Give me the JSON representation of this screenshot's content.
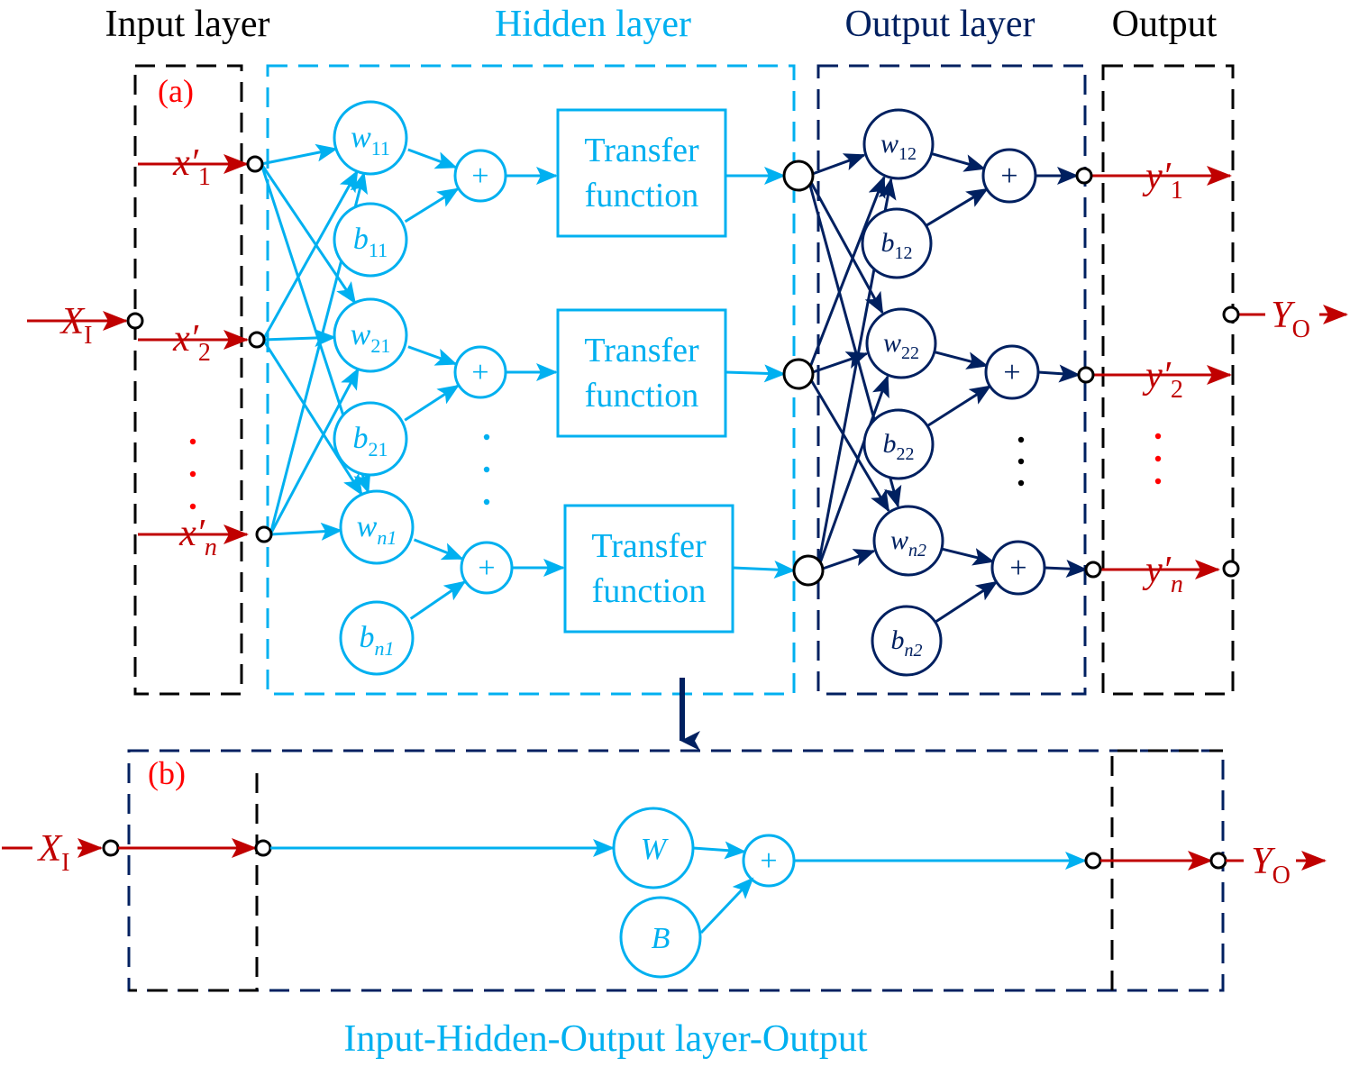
{
  "colors": {
    "black": "#000000",
    "hidden": "#00b0f0",
    "output": "#002060",
    "red": "#c00000",
    "red_dots": "#ff0000"
  },
  "titles": {
    "input_layer": "Input layer",
    "hidden_layer": "Hidden layer",
    "output_layer": "Output layer",
    "output": "Output",
    "bottom_caption": "Input-Hidden-Output layer-Output"
  },
  "panel_labels": {
    "a": "(a)",
    "b": "(b)"
  },
  "input_signal": {
    "main": "X",
    "sub": "I"
  },
  "output_signal": {
    "main": "Y",
    "sub": "O"
  },
  "inputs": [
    {
      "main": "x′",
      "sub": "1"
    },
    {
      "main": "x′",
      "sub": "2"
    },
    {
      "main": "x′",
      "sub": "n"
    }
  ],
  "outputs": [
    {
      "main": "y′",
      "sub": "1"
    },
    {
      "main": "y′",
      "sub": "2"
    },
    {
      "main": "y′",
      "sub": "n"
    }
  ],
  "hidden_weights": [
    {
      "main": "w",
      "sub": "11"
    },
    {
      "main": "w",
      "sub": "21"
    },
    {
      "main": "w",
      "sub": "n1"
    }
  ],
  "hidden_biases": [
    {
      "main": "b",
      "sub": "11"
    },
    {
      "main": "b",
      "sub": "21"
    },
    {
      "main": "b",
      "sub": "n1"
    }
  ],
  "output_weights": [
    {
      "main": "w",
      "sub": "12"
    },
    {
      "main": "w",
      "sub": "22"
    },
    {
      "main": "w",
      "sub": "n2"
    }
  ],
  "output_biases": [
    {
      "main": "b",
      "sub": "12"
    },
    {
      "main": "b",
      "sub": "22"
    },
    {
      "main": "b",
      "sub": "n2"
    }
  ],
  "transfer_box": {
    "line1": "Transfer",
    "line2": "function"
  },
  "sum_symbol": "+",
  "ellipsis": "⋮",
  "simplified": {
    "weight": "W",
    "bias": "B"
  }
}
